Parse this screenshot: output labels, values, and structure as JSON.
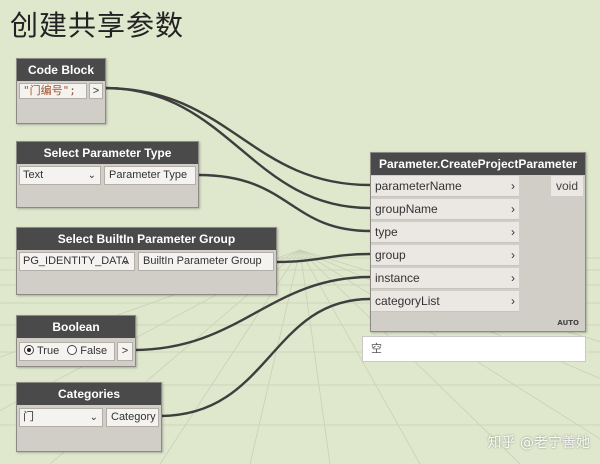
{
  "page_title": "创建共享参数",
  "nodes": {
    "code_block": {
      "title": "Code Block",
      "code": "\"门编号\";",
      "out_symbol": ">"
    },
    "param_type": {
      "title": "Select Parameter Type",
      "selected": "Text",
      "output": "Parameter Type"
    },
    "param_group": {
      "title": "Select BuiltIn Parameter Group",
      "selected": "PG_IDENTITY_DATA",
      "output": "BuiltIn Parameter Group"
    },
    "boolean": {
      "title": "Boolean",
      "true_label": "True",
      "false_label": "False",
      "selected": "True",
      "out_symbol": ">"
    },
    "categories": {
      "title": "Categories",
      "selected": "门",
      "output": "Category"
    },
    "create_param": {
      "title": "Parameter.CreateProjectParameter",
      "inputs": [
        "parameterName",
        "groupName",
        "type",
        "group",
        "instance",
        "categoryList"
      ],
      "output": "void",
      "badge": "AUTO",
      "preview": "空"
    }
  },
  "watermark": "知乎 @老宁善她"
}
